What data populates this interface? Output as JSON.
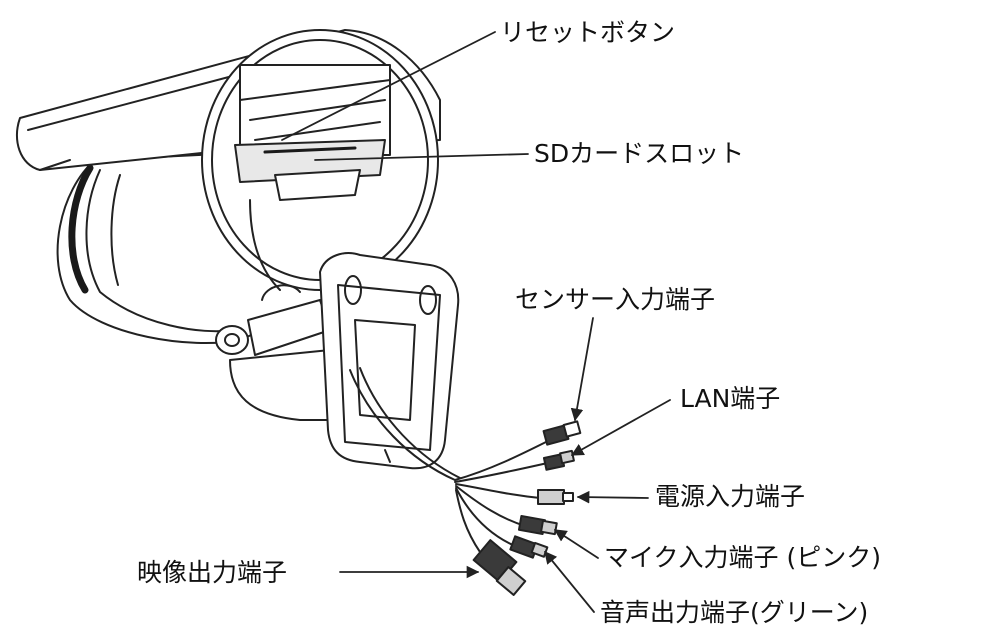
{
  "labels": {
    "reset_button": "リセットボタン",
    "sd_card_slot": "SDカードスロット",
    "sensor_input": "センサー入力端子",
    "lan_port": "LAN端子",
    "power_input": "電源入力端子",
    "mic_input": "マイク入力端子 (ピンク)",
    "video_output": "映像出力端子",
    "audio_output": "音声出力端子(グリーン)"
  },
  "colors": {
    "line": "#222222",
    "body_fill": "#ffffff",
    "shade": "#cfcfcf",
    "dark": "#3a3a3a"
  }
}
